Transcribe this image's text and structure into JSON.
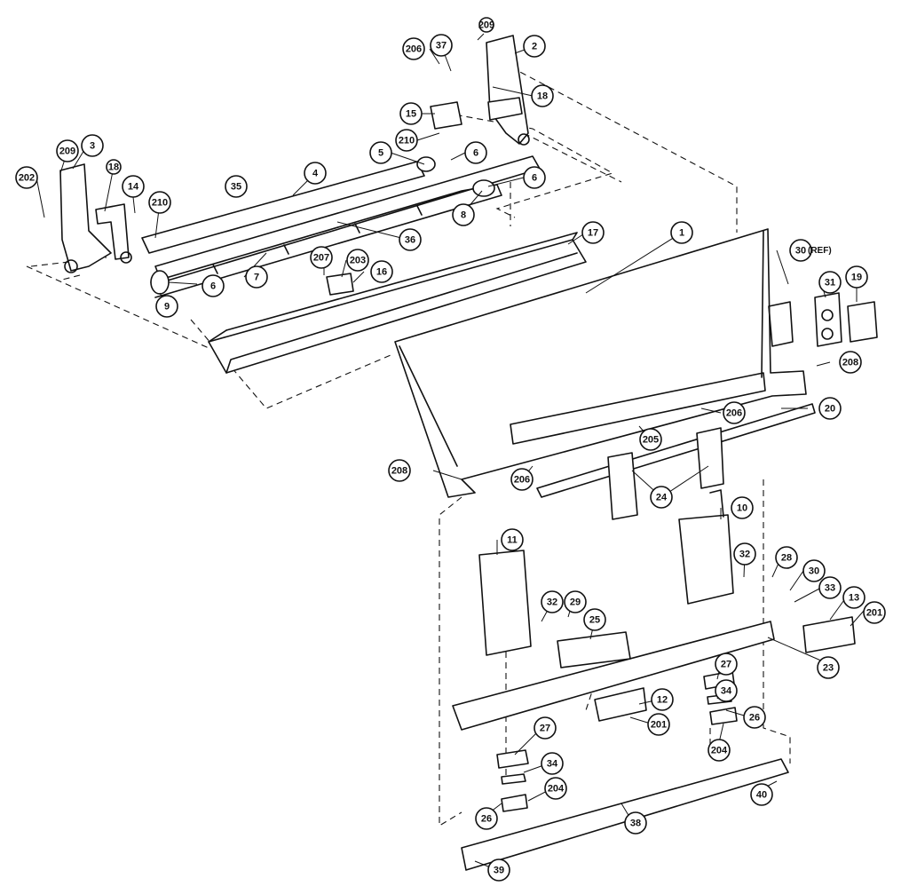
{
  "callouts": [
    {
      "id": "c-209a",
      "label": "209"
    },
    {
      "id": "c-206a",
      "label": "206"
    },
    {
      "id": "c-37",
      "label": "37"
    },
    {
      "id": "c-2",
      "label": "2"
    },
    {
      "id": "c-18a",
      "label": "18"
    },
    {
      "id": "c-15",
      "label": "15"
    },
    {
      "id": "c-210a",
      "label": "210"
    },
    {
      "id": "c-5",
      "label": "5"
    },
    {
      "id": "c-6a",
      "label": "6"
    },
    {
      "id": "c-6b",
      "label": "6"
    },
    {
      "id": "c-8",
      "label": "8"
    },
    {
      "id": "c-3",
      "label": "3"
    },
    {
      "id": "c-209b",
      "label": "209"
    },
    {
      "id": "c-202",
      "label": "202"
    },
    {
      "id": "c-18b",
      "label": "18"
    },
    {
      "id": "c-14",
      "label": "14"
    },
    {
      "id": "c-210b",
      "label": "210"
    },
    {
      "id": "c-35",
      "label": "35"
    },
    {
      "id": "c-4",
      "label": "4"
    },
    {
      "id": "c-36",
      "label": "36"
    },
    {
      "id": "c-17",
      "label": "17"
    },
    {
      "id": "c-1",
      "label": "1"
    },
    {
      "id": "c-30a",
      "label": "30"
    },
    {
      "id": "c-31",
      "label": "31"
    },
    {
      "id": "c-19",
      "label": "19"
    },
    {
      "id": "c-207",
      "label": "207"
    },
    {
      "id": "c-203",
      "label": "203"
    },
    {
      "id": "c-16",
      "label": "16"
    },
    {
      "id": "c-7",
      "label": "7"
    },
    {
      "id": "c-6c",
      "label": "6"
    },
    {
      "id": "c-9",
      "label": "9"
    },
    {
      "id": "c-208a",
      "label": "208"
    },
    {
      "id": "c-206b",
      "label": "206"
    },
    {
      "id": "c-20",
      "label": "20"
    },
    {
      "id": "c-205",
      "label": "205"
    },
    {
      "id": "c-206c",
      "label": "206"
    },
    {
      "id": "c-24",
      "label": "24"
    },
    {
      "id": "c-208b",
      "label": "208"
    },
    {
      "id": "c-10",
      "label": "10"
    },
    {
      "id": "c-11",
      "label": "11"
    },
    {
      "id": "c-32a",
      "label": "32"
    },
    {
      "id": "c-28",
      "label": "28"
    },
    {
      "id": "c-30b",
      "label": "30"
    },
    {
      "id": "c-33",
      "label": "33"
    },
    {
      "id": "c-13",
      "label": "13"
    },
    {
      "id": "c-201a",
      "label": "201"
    },
    {
      "id": "c-32b",
      "label": "32"
    },
    {
      "id": "c-29",
      "label": "29"
    },
    {
      "id": "c-25",
      "label": "25"
    },
    {
      "id": "c-23",
      "label": "23"
    },
    {
      "id": "c-12",
      "label": "12"
    },
    {
      "id": "c-201b",
      "label": "201"
    },
    {
      "id": "c-27a",
      "label": "27"
    },
    {
      "id": "c-34a",
      "label": "34"
    },
    {
      "id": "c-26a",
      "label": "26"
    },
    {
      "id": "c-204a",
      "label": "204"
    },
    {
      "id": "c-27b",
      "label": "27"
    },
    {
      "id": "c-34b",
      "label": "34"
    },
    {
      "id": "c-204b",
      "label": "204"
    },
    {
      "id": "c-26b",
      "label": "26"
    },
    {
      "id": "c-38",
      "label": "38"
    },
    {
      "id": "c-40",
      "label": "40"
    },
    {
      "id": "c-39",
      "label": "39"
    }
  ],
  "annotations": {
    "ref_note": "(REF)"
  }
}
